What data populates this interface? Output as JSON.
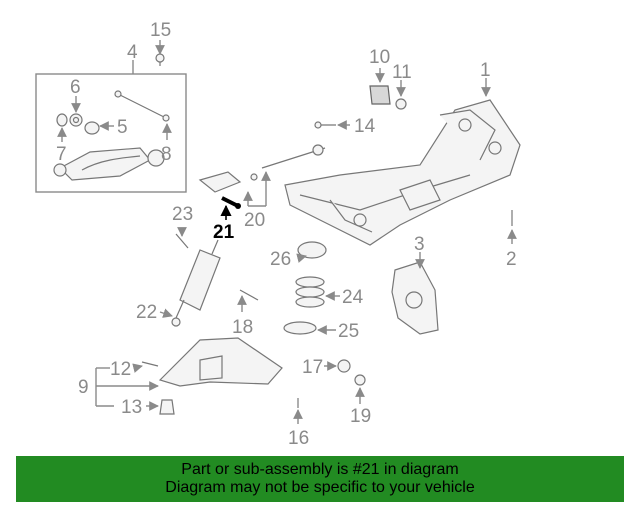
{
  "diagram": {
    "highlight_color": "#000000",
    "callout_color": "#8a8a8a",
    "callouts": [
      {
        "id": "c1",
        "label": "1"
      },
      {
        "id": "c2",
        "label": "2"
      },
      {
        "id": "c3",
        "label": "3"
      },
      {
        "id": "c4",
        "label": "4"
      },
      {
        "id": "c5",
        "label": "5"
      },
      {
        "id": "c6",
        "label": "6"
      },
      {
        "id": "c7",
        "label": "7"
      },
      {
        "id": "c8",
        "label": "8"
      },
      {
        "id": "c9",
        "label": "9"
      },
      {
        "id": "c10",
        "label": "10"
      },
      {
        "id": "c11",
        "label": "11"
      },
      {
        "id": "c12",
        "label": "12"
      },
      {
        "id": "c13",
        "label": "13"
      },
      {
        "id": "c14",
        "label": "14"
      },
      {
        "id": "c15",
        "label": "15"
      },
      {
        "id": "c16",
        "label": "16"
      },
      {
        "id": "c17",
        "label": "17"
      },
      {
        "id": "c18",
        "label": "18"
      },
      {
        "id": "c19",
        "label": "19"
      },
      {
        "id": "c20",
        "label": "20"
      },
      {
        "id": "c21",
        "label": "21"
      },
      {
        "id": "c22",
        "label": "22"
      },
      {
        "id": "c23",
        "label": "23"
      },
      {
        "id": "c24",
        "label": "24"
      },
      {
        "id": "c25",
        "label": "25"
      },
      {
        "id": "c26",
        "label": "26"
      }
    ]
  },
  "banner": {
    "line1": "Part or sub-assembly is #21 in diagram",
    "line2": "Diagram may not be specific to your vehicle",
    "background": "#228b22"
  }
}
